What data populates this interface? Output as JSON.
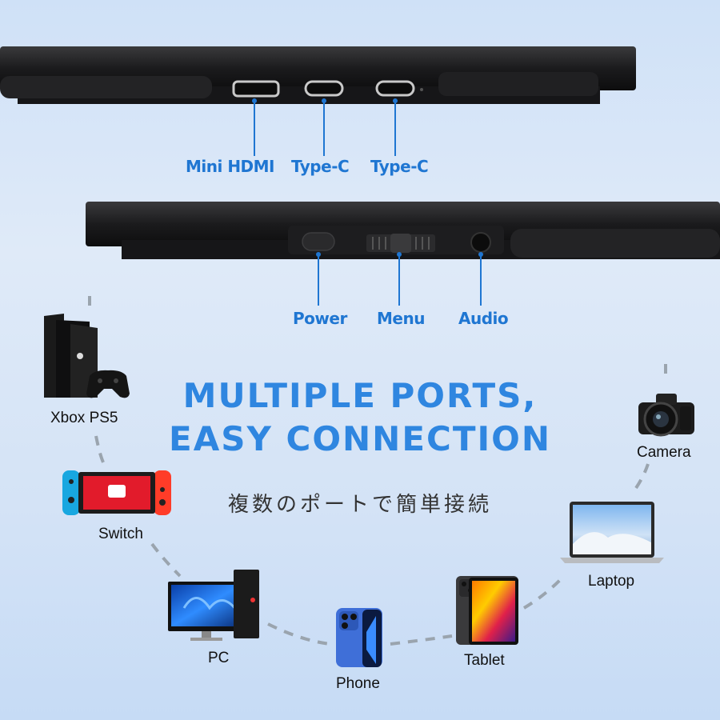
{
  "ports_top": {
    "labels": [
      "Mini HDMI",
      "Type-C",
      "Type-C"
    ]
  },
  "ports_bottom": {
    "labels": [
      "Power",
      "Menu",
      "Audio"
    ]
  },
  "headline": {
    "line1": "MULTIPLE PORTS,",
    "line2": "EASY CONNECTION"
  },
  "subtitle": "複数のポートで簡単接続",
  "devices": [
    {
      "label": "Xbox PS5",
      "icon": "game-console-icon"
    },
    {
      "label": "Switch",
      "icon": "switch-console-icon"
    },
    {
      "label": "PC",
      "icon": "desktop-pc-icon"
    },
    {
      "label": "Phone",
      "icon": "smartphone-icon"
    },
    {
      "label": "Tablet",
      "icon": "tablet-icon"
    },
    {
      "label": "Laptop",
      "icon": "laptop-icon"
    },
    {
      "label": "Camera",
      "icon": "camera-icon"
    }
  ],
  "colors": {
    "accent": "#1f76d2",
    "headline": "#2f86e0",
    "monitor_body": "#1c1c1e"
  }
}
